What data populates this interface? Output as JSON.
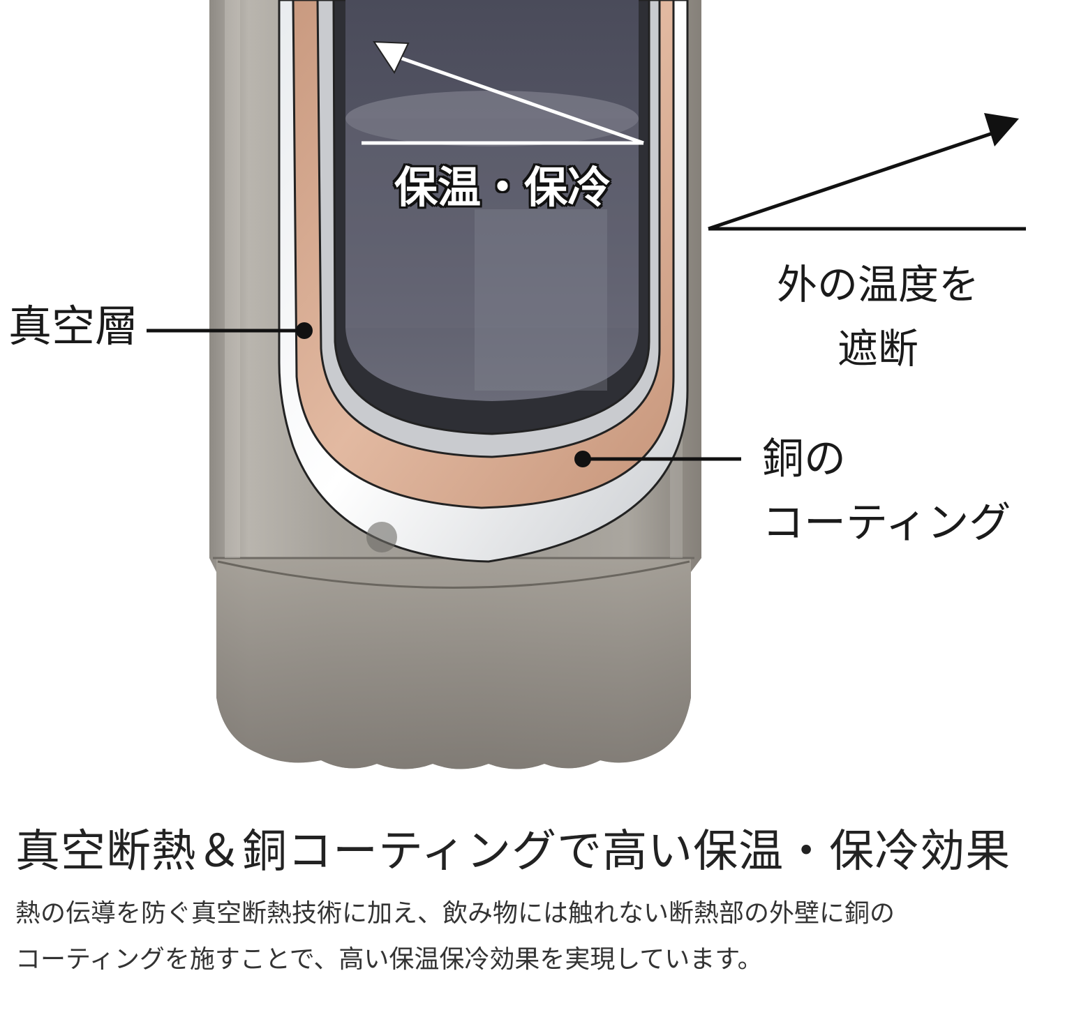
{
  "illustration": {
    "inner_label": "保温・保冷",
    "callouts": {
      "vacuum_layer": "真空層",
      "outside_temp_line1": "外の温度を",
      "outside_temp_line2": "遮断",
      "copper_line1": "銅の",
      "copper_line2": "コーティング"
    },
    "colors": {
      "steel": "#a8a39c",
      "copper": "#d6a78c",
      "inner_dark": "#4e5060"
    }
  },
  "caption": {
    "heading": "真空断熱＆銅コーティングで高い保温・保冷効果",
    "body_line1": "熱の伝導を防ぐ真空断熱技術に加え、飲み物には触れない断熱部の外壁に銅の",
    "body_line2": "コーティングを施すことで、高い保温保冷効果を実現しています。"
  }
}
